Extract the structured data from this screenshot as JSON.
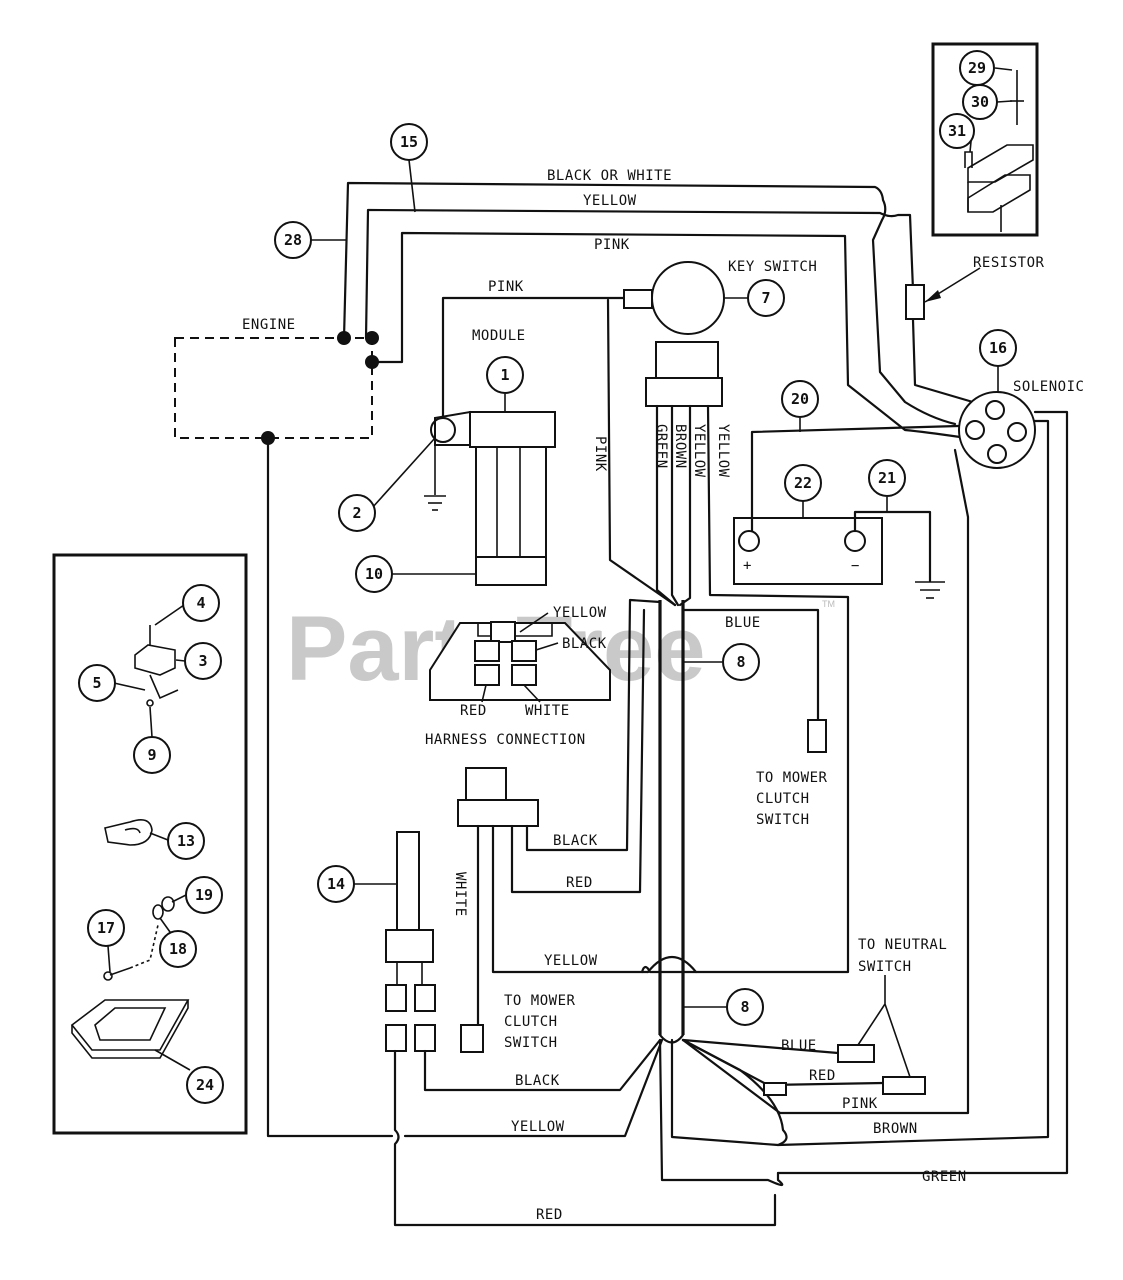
{
  "watermark": {
    "text": "PartsTree",
    "tm": "TM"
  },
  "components": {
    "engine": "ENGINE",
    "module": "MODULE",
    "key_switch": "KEY SWITCH",
    "resistor": "RESISTOR",
    "solenoid": "SOLENOIC",
    "harness_connection": "HARNESS CONNECTION",
    "to_mower_clutch_switch_a": [
      "TO MOWER",
      "CLUTCH",
      "SWITCH"
    ],
    "to_mower_clutch_switch_b": [
      "TO MOWER",
      "CLUTCH",
      "SWITCH"
    ],
    "to_neutral_switch": [
      "TO NEUTRAL",
      "SWITCH"
    ],
    "battery_plus": "+",
    "battery_minus": "−"
  },
  "wires": {
    "black_or_white": "BLACK OR WHITE",
    "yellow_top": "YELLOW",
    "pink_top": "PINK",
    "pink_module": "PINK",
    "pink_vertical": "PINK",
    "green_vertical": "GREEN",
    "brown_vertical": "BROWN",
    "yellow_vertical": "YELLOW",
    "yellow_vertical_2": "YELLOW",
    "blue_upper": "BLUE",
    "black_mid": "BLACK",
    "red_mid": "RED",
    "white_vertical": "WHITE",
    "yellow_mid": "YELLOW",
    "blue_lower": "BLUE",
    "red_lower": "RED",
    "pink_lower": "PINK",
    "brown_lower": "BROWN",
    "black_lower": "BLACK",
    "yellow_lower": "YELLOW",
    "green_lower": "GREEN",
    "red_bottom": "RED"
  },
  "harness_pins": {
    "yellow": "YELLOW",
    "black": "BLACK",
    "red": "RED",
    "white": "WHITE"
  },
  "callouts": {
    "c1": "1",
    "c2": "2",
    "c3": "3",
    "c4": "4",
    "c5": "5",
    "c7": "7",
    "c8a": "8",
    "c8b": "8",
    "c9": "9",
    "c10": "10",
    "c13": "13",
    "c14": "14",
    "c15": "15",
    "c16": "16",
    "c17": "17",
    "c18": "18",
    "c19": "19",
    "c20": "20",
    "c21": "21",
    "c22": "22",
    "c24": "24",
    "c28": "28",
    "c29": "29",
    "c30": "30",
    "c31": "31"
  }
}
